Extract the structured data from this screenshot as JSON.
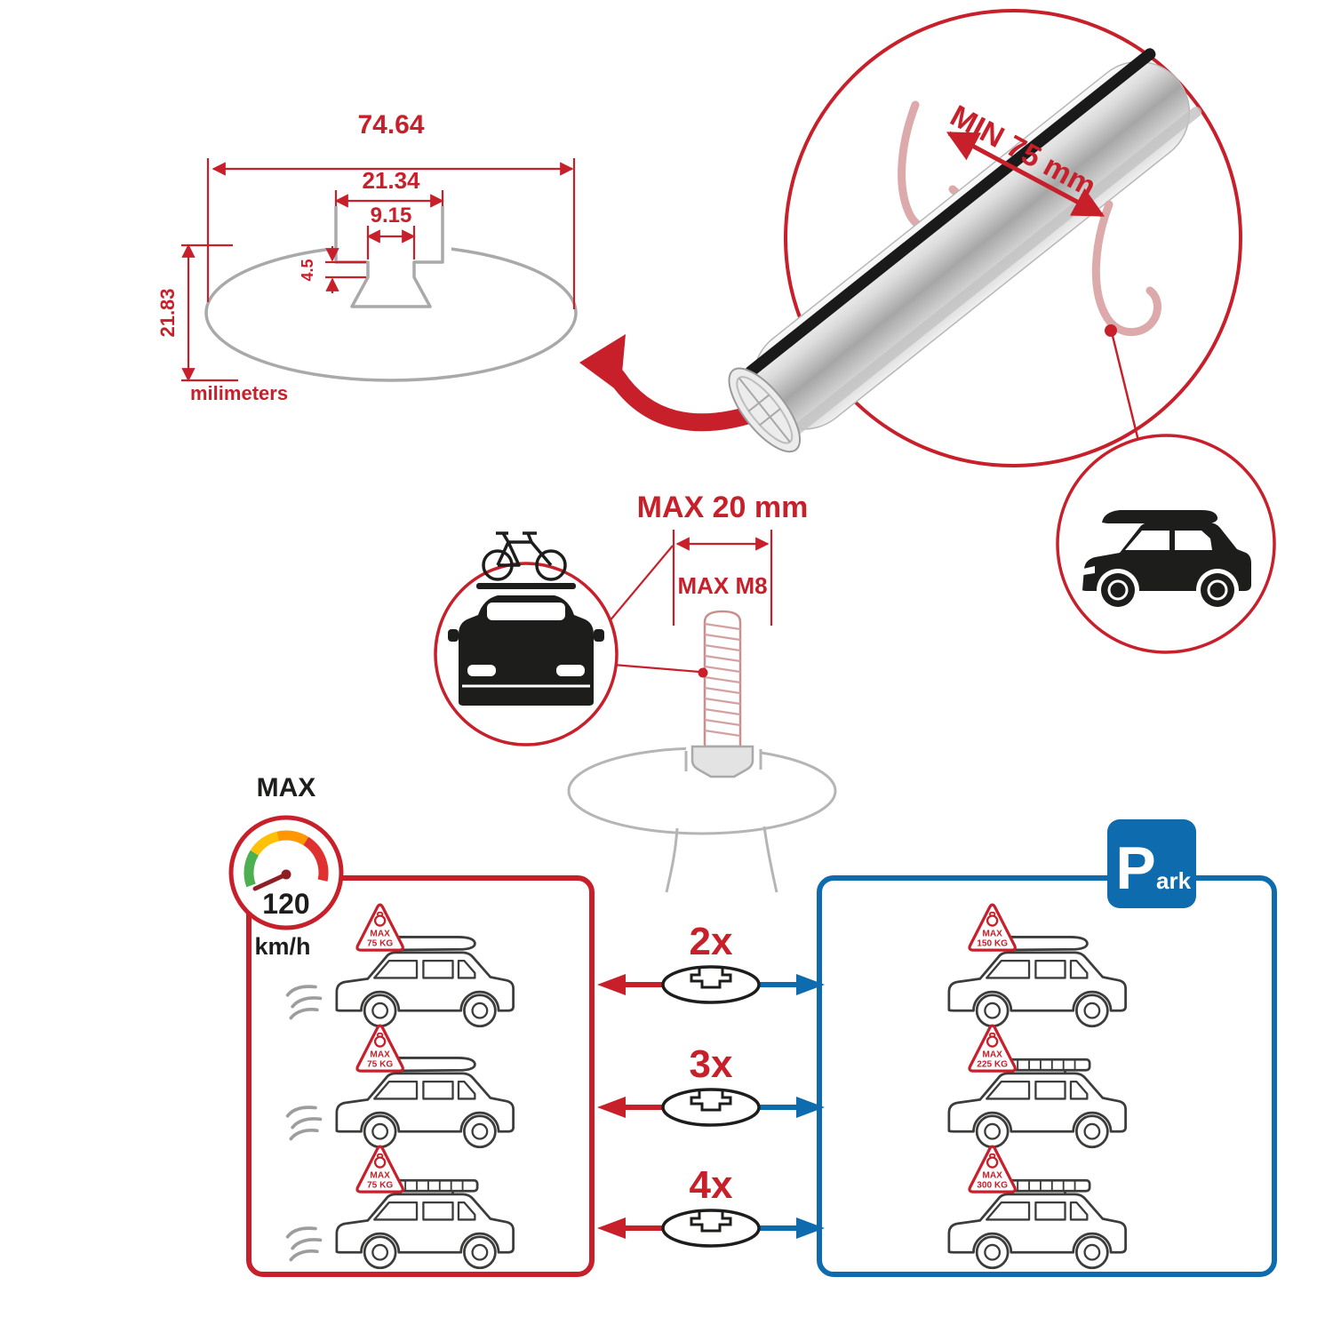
{
  "colors": {
    "accent_red": "#c8202b",
    "accent_blue": "#0e6bad",
    "sketch_gray": "#a9a9a9",
    "sketch_pink": "#dcaaaa",
    "ink": "#1d1d1b"
  },
  "profile": {
    "total_width": "74.64",
    "channel_outer_width": "21.34",
    "channel_inner_width": "9.15",
    "lip_depth": "4.5",
    "total_height": "21.83",
    "units": "milimeters"
  },
  "clamp": {
    "min_span": "MIN 75 mm"
  },
  "bolt": {
    "max_width": "MAX 20 mm",
    "max_thread": "MAX M8"
  },
  "speed_limit": {
    "label": "MAX",
    "value": "120",
    "unit": "km/h"
  },
  "parking_sign": {
    "letter": "P",
    "suffix": "ark"
  },
  "bar_counts": [
    "2x",
    "3x",
    "4x"
  ],
  "driving_cars": [
    {
      "sign_line1": "MAX",
      "sign_line2": "75 KG"
    },
    {
      "sign_line1": "MAX",
      "sign_line2": "75 KG"
    },
    {
      "sign_line1": "MAX",
      "sign_line2": "75 KG"
    }
  ],
  "parked_cars": [
    {
      "sign_line1": "MAX",
      "sign_line2": "150 KG"
    },
    {
      "sign_line1": "MAX",
      "sign_line2": "225 KG"
    },
    {
      "sign_line1": "MAX",
      "sign_line2": "300 KG"
    }
  ]
}
